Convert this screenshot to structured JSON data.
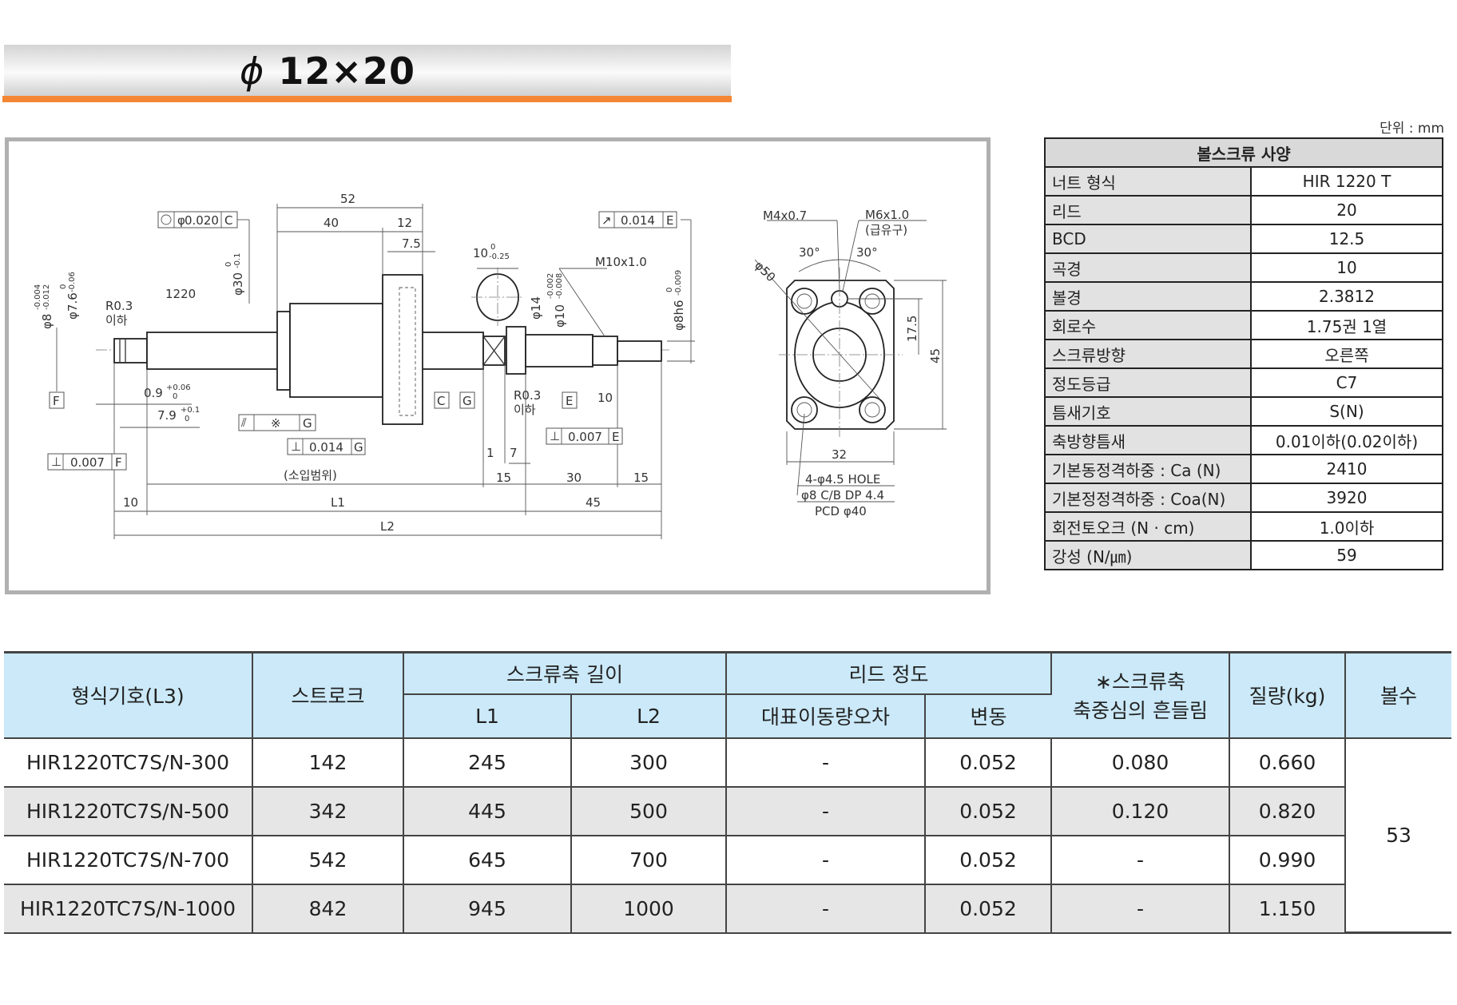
{
  "title": {
    "phi": "ϕ",
    "text": "12×20"
  },
  "unit_label": "단위 : mm",
  "drawing": {
    "labels": [
      "52",
      "40",
      "12",
      "7.5",
      "10",
      "0",
      "-0.25",
      "M10x1.0",
      "0.014",
      "E",
      "0.020",
      "C",
      "1220",
      "R0.3",
      "이하",
      "φ8",
      "-0.004",
      "-0.012",
      "φ7.6",
      "0",
      "-0.06",
      "φ30",
      "0",
      "-0.1",
      "φ14",
      "φ10",
      "-0.002",
      "-0.008",
      "φ8h6",
      "0",
      "-0.009",
      "F",
      "0.9",
      "+0.06",
      "0",
      "7.9",
      "+0.1",
      "0",
      "※",
      "G",
      "0.014",
      "G",
      "0.007",
      "F",
      "C",
      "G",
      "R0.3",
      "이하",
      "E",
      "10",
      "0.007",
      "E",
      "1",
      "7",
      "(소입범위)",
      "15",
      "30",
      "15",
      "10",
      "L1",
      "45",
      "L2",
      "M4x0.7",
      "M6x1.0",
      "(급유구)",
      "30°",
      "30°",
      "φ50",
      "17.5",
      "45",
      "32",
      "4-φ4.5 HOLE",
      "φ8 C/B DP 4.4",
      "PCD φ40",
      "φ"
    ]
  },
  "spec": {
    "title": "볼스크류 사양",
    "rows": [
      {
        "label": "너트 형식",
        "value": "HIR 1220 T"
      },
      {
        "label": "리드",
        "value": "20"
      },
      {
        "label": "BCD",
        "value": "12.5"
      },
      {
        "label": "곡경",
        "value": "10"
      },
      {
        "label": "볼경",
        "value": "2.3812"
      },
      {
        "label": "회로수",
        "value": "1.75권 1열"
      },
      {
        "label": "스크류방향",
        "value": "오른쪽"
      },
      {
        "label": "정도등급",
        "value": "C7"
      },
      {
        "label": "틈새기호",
        "value": "S(N)"
      },
      {
        "label": "축방향틈새",
        "value": "0.01이하(0.02이하)"
      },
      {
        "label": "기본동정격하중 : Ca (N)",
        "value": "2410"
      },
      {
        "label": "기본정정격하중 : Coa(N)",
        "value": "3920"
      },
      {
        "label": "회전토오크 (N · cm)",
        "value": "1.0이하"
      },
      {
        "label": "강성 (N/㎛)",
        "value": "59"
      }
    ]
  },
  "table": {
    "headers": {
      "model": "형식기호(L3)",
      "stroke": "스트로크",
      "screw_length": "스크류축 길이",
      "l1": "L1",
      "l2": "L2",
      "lead_accuracy": "리드 정도",
      "rep_error": "대표이동량오차",
      "variation": "변동",
      "runout_1": "∗스크류축",
      "runout_2": "축중심의 흔들림",
      "mass": "질량(kg)",
      "balls": "볼수"
    },
    "rows": [
      {
        "model": "HIR1220TC7S/N-300",
        "stroke": "142",
        "l1": "245",
        "l2": "300",
        "rep_error": "-",
        "variation": "0.052",
        "runout": "0.080",
        "mass": "0.660"
      },
      {
        "model": "HIR1220TC7S/N-500",
        "stroke": "342",
        "l1": "445",
        "l2": "500",
        "rep_error": "-",
        "variation": "0.052",
        "runout": "0.120",
        "mass": "0.820"
      },
      {
        "model": "HIR1220TC7S/N-700",
        "stroke": "542",
        "l1": "645",
        "l2": "700",
        "rep_error": "-",
        "variation": "0.052",
        "runout": "-",
        "mass": "0.990"
      },
      {
        "model": "HIR1220TC7S/N-1000",
        "stroke": "842",
        "l1": "945",
        "l2": "1000",
        "rep_error": "-",
        "variation": "0.052",
        "runout": "-",
        "mass": "1.150"
      }
    ],
    "balls": "53"
  }
}
